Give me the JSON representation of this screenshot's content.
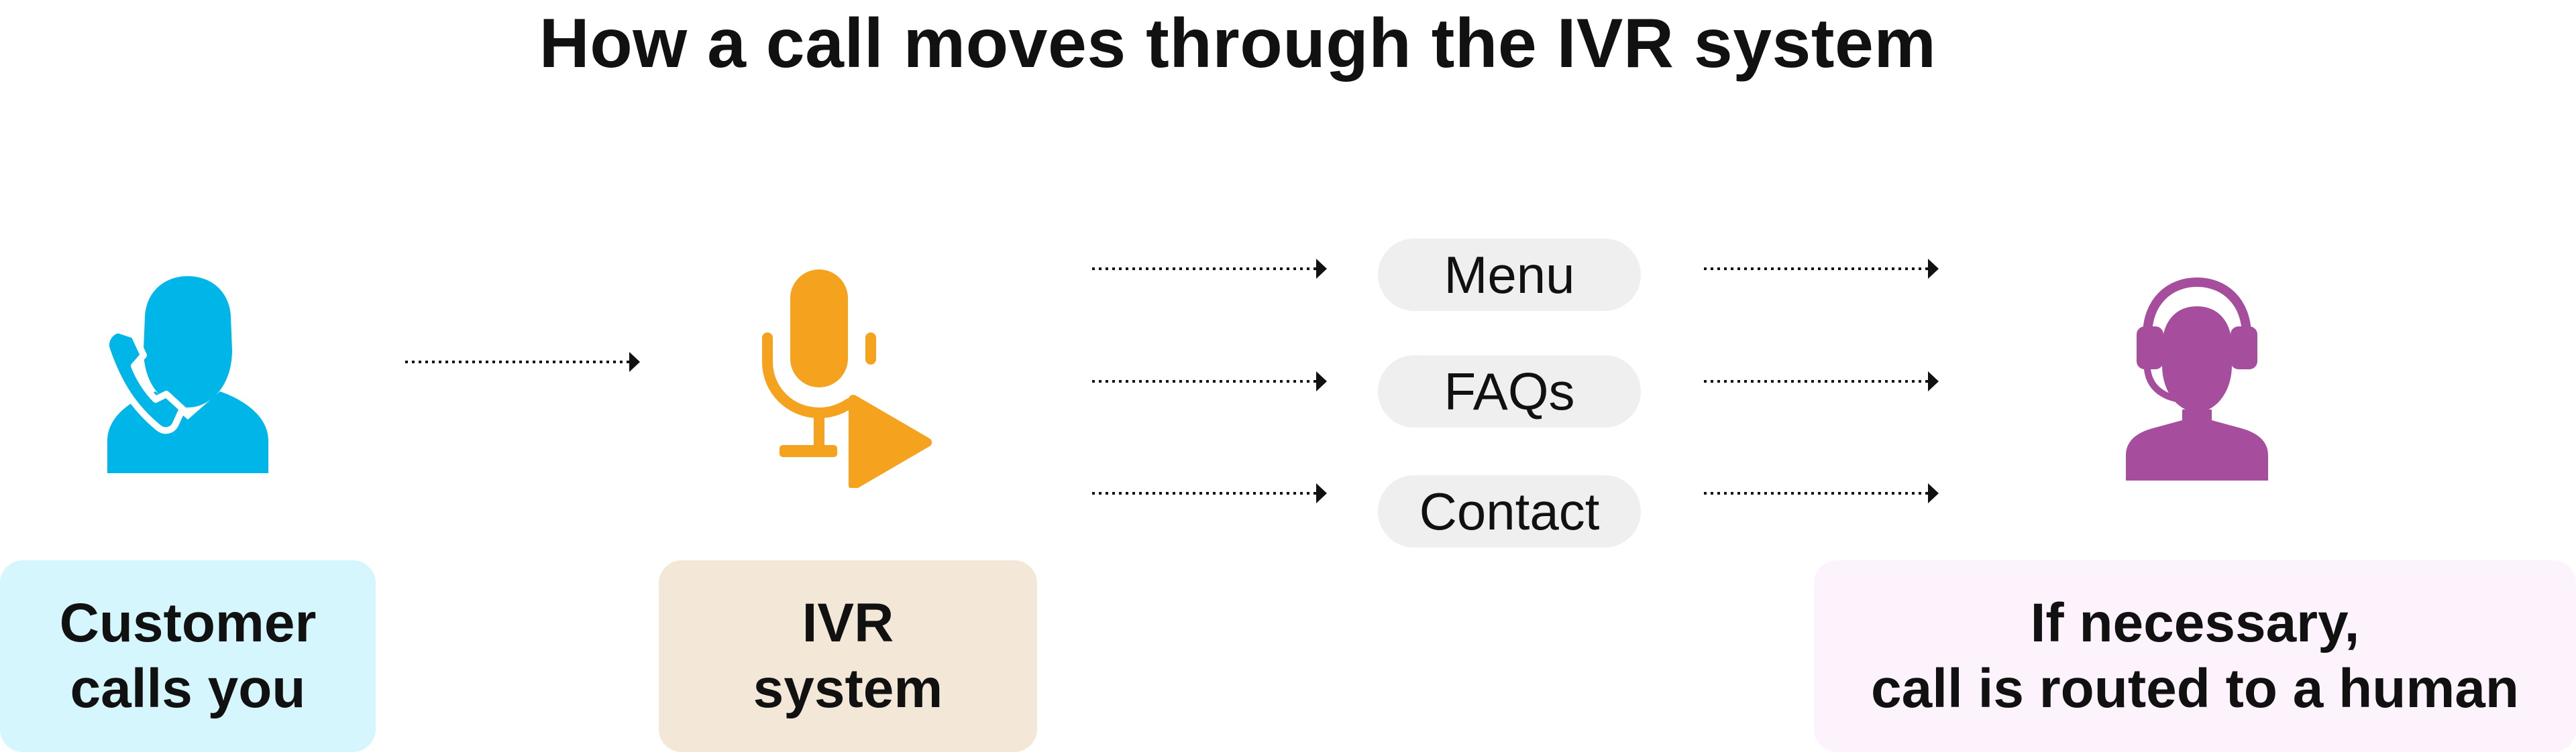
{
  "title": "How a call moves through the IVR system",
  "colors": {
    "customer_icon": "#00B5E8",
    "ivr_icon": "#F5A21F",
    "agent_icon": "#A64D9E",
    "customer_box": "#D4F6FC",
    "ivr_box": "#F3E7D7",
    "agent_box": "#FDF3FC",
    "pill": "#EFEFEF",
    "arrow": "#111111"
  },
  "nodes": {
    "customer": {
      "icon": "customer-phone-icon",
      "label_line1": "Customer",
      "label_line2": "calls you"
    },
    "ivr": {
      "icon": "microphone-play-icon",
      "label_line1": "IVR",
      "label_line2": "system"
    },
    "agent": {
      "icon": "headset-agent-icon",
      "label_line1": "If necessary,",
      "label_line2": "call is routed to a human"
    }
  },
  "options": [
    "Menu",
    "FAQs",
    "Contact"
  ]
}
